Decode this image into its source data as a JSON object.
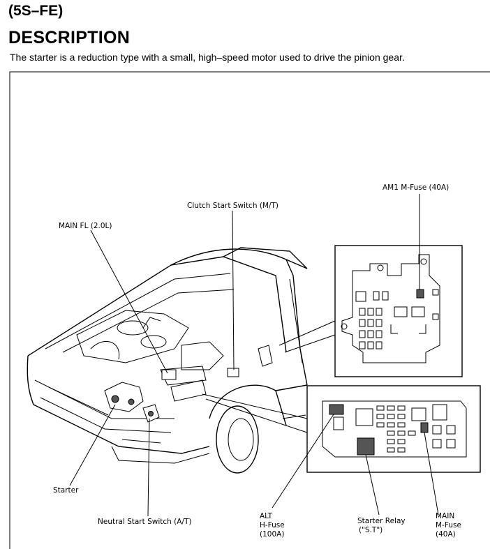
{
  "header": {
    "model": "(5S–FE)"
  },
  "section": {
    "title": "DESCRIPTION",
    "description": "The starter is a reduction type with a small, high–speed motor used to drive the pinion gear."
  },
  "diagram": {
    "labels": {
      "am1_fuse": "AM1 M-Fuse (40A)",
      "clutch_switch": "Clutch Start Switch (M/T)",
      "main_fl": "MAIN FL (2.0L)",
      "starter": "Starter",
      "neutral_switch": "Neutral Start Switch (A/T)",
      "alt_fuse": [
        "ALT",
        "H-Fuse",
        "(100A)"
      ],
      "starter_relay": [
        "Starter Relay",
        "(\"S.T\")"
      ],
      "main_fuse": [
        "MAIN",
        "M-Fuse",
        "(40A)"
      ]
    }
  }
}
